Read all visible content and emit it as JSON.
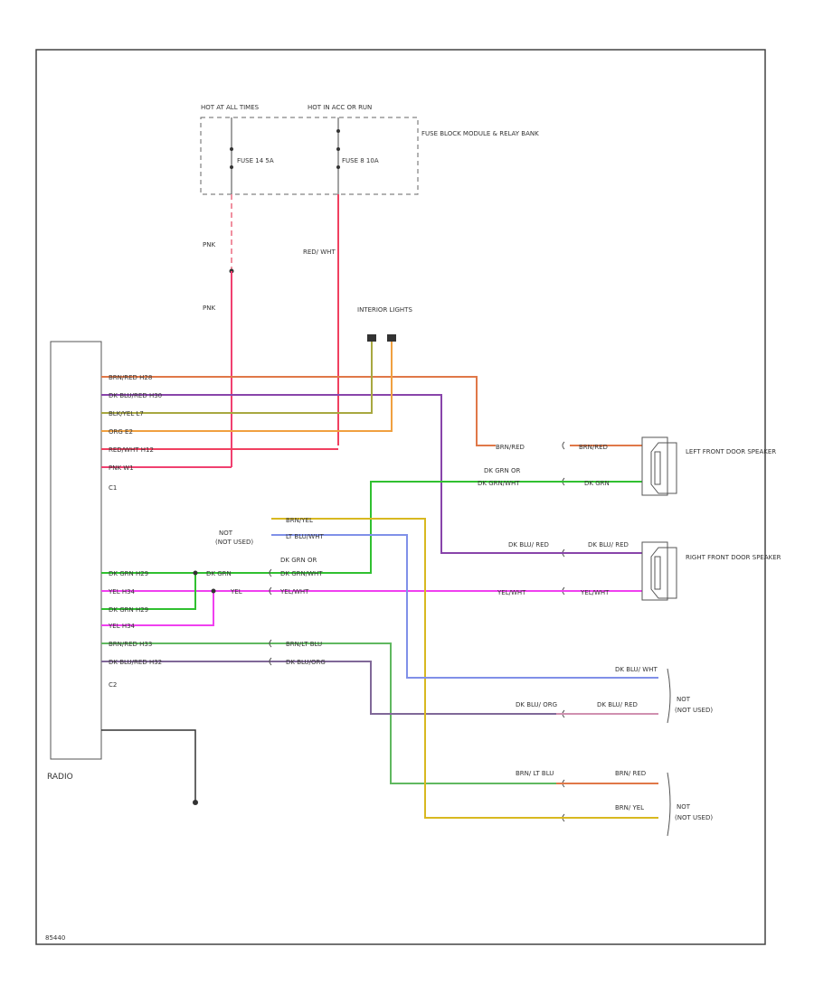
{
  "top": {
    "hot_all_times": "HOT AT ALL TIMES",
    "hot_acc_run": "HOT IN ACC OR RUN",
    "fuse_14": "FUSE 14 5A",
    "fuse_8": "FUSE 8 10A",
    "fuse_block": "FUSE BLOCK MODULE & RELAY BANK"
  },
  "wires_top": {
    "pnk_upper": "PNK",
    "pnk_lower": "PNK",
    "red_wht": "RED/ WHT"
  },
  "interior_lights": "INTERIOR LIGHTS",
  "radio": {
    "label": "RADIO",
    "c1": "C1",
    "c2": "C2"
  },
  "c1_pins": [
    "BRN/RED  H28",
    "DK BLU/RED  H30",
    "BLK/YEL  L7",
    "ORG  E2",
    "RED/WHT  H12",
    "PNK  W1"
  ],
  "c2_pins": [
    "DK GRN  H29",
    "YEL  H34",
    "DK GRN  H29",
    "YEL  H34",
    "BRN/RED  H33",
    "DK BLU/RED  H32"
  ],
  "splices": {
    "dk_grn_splice": "DK GRN",
    "yel_splice": "YEL"
  },
  "mid_labels": {
    "not_used_1": "(NOT USED)",
    "brn_yel": "BRN/YEL",
    "lt_blu_wht": "LT BLU/WHT",
    "dk_grn_or": "DK GRN OR",
    "dk_grn_wht": "DK GRN/WHT",
    "yel_wht": "YEL/WHT",
    "brn_lt_blu": "BRN/LT BLU",
    "dk_blu_org": "DK BLU/ORG"
  },
  "speaker_wires": {
    "lf_brn_red_left": "BRN/RED",
    "lf_brn_red_right": "BRN/RED",
    "lf_dk_grn_or": "DK GRN OR",
    "lf_dk_grn_wht": "DK GRN/WHT",
    "lf_dk_grn": "DK GRN",
    "rf_dk_blu_red_left": "DK BLU/ RED",
    "rf_dk_blu_red_right": "DK BLU/ RED",
    "rf_yel_wht_left": "YEL/WHT",
    "rf_yel_wht_right": "YEL/WHT"
  },
  "speakers": {
    "left": "LEFT FRONT DOOR SPEAKER",
    "right": "RIGHT FRONT DOOR SPEAKER"
  },
  "right_labels": {
    "dk_blu_wht": "DK BLU/ WHT",
    "dk_blu_org_l": "DK BLU/ ORG",
    "dk_blu_red_r": "DK BLU/ RED",
    "not_used_2": "(NOT USED)",
    "brn_lt_blu": "BRN/ LT BLU",
    "brn_red_r": "BRN/ RED",
    "brn_yel_r": "BRN/ YEL",
    "not_used_3": "(NOT USED)"
  },
  "footer_code": "85440",
  "colors": {
    "brn_red": "#e07848",
    "dk_blu_red": "#8844aa",
    "blk_yel": "#a8a840",
    "org": "#f0a040",
    "red_wht": "#f04060",
    "pnk": "#f04070",
    "dk_grn": "#30c030",
    "yel": "#f040f0",
    "brn_yel": "#d8b820",
    "lt_blu": "#8090e8",
    "brn_lt_blu": "#60b860",
    "dk_blu_org": "#806898"
  }
}
